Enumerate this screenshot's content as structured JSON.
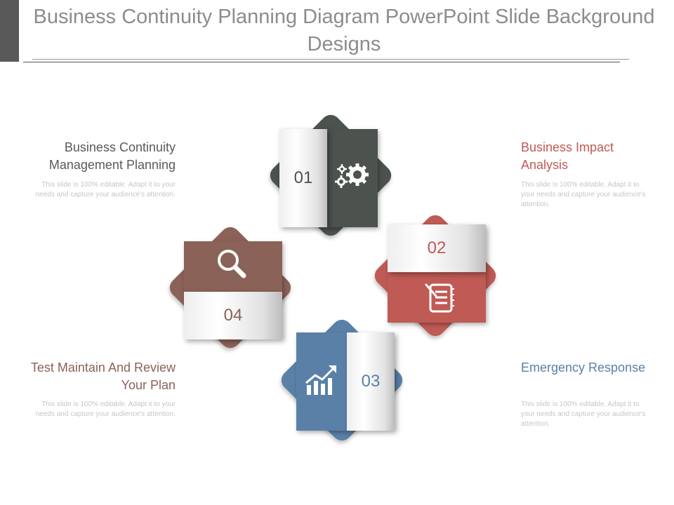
{
  "title": "Business Continuity Planning Diagram PowerPoint Slide Background Designs",
  "colors": {
    "step1": "#4c524e",
    "step2": "#c05a55",
    "step3": "#5a80a8",
    "step4": "#8b6257",
    "title": "#8c8c8c",
    "desc": "#c6c6c6"
  },
  "steps": [
    {
      "number": "01",
      "icon": "gears-icon",
      "heading": "Business Continuity Management Planning",
      "description": "This slide is 100% editable. Adapt it to your needs and capture your audience's attention."
    },
    {
      "number": "02",
      "icon": "notepad-icon",
      "heading": "Business Impact Analysis",
      "description": "This slide is 100% editable. Adapt it to your needs and capture your audience's attention."
    },
    {
      "number": "03",
      "icon": "growth-chart-icon",
      "heading": "Emergency Response",
      "description": "This slide is 100% editable. Adapt it to your needs and capture your audience's attention."
    },
    {
      "number": "04",
      "icon": "magnifier-icon",
      "heading": "Test Maintain And Review Your Plan",
      "description": "This slide is 100% editable. Adapt it to your needs and capture your audience's attention."
    }
  ]
}
